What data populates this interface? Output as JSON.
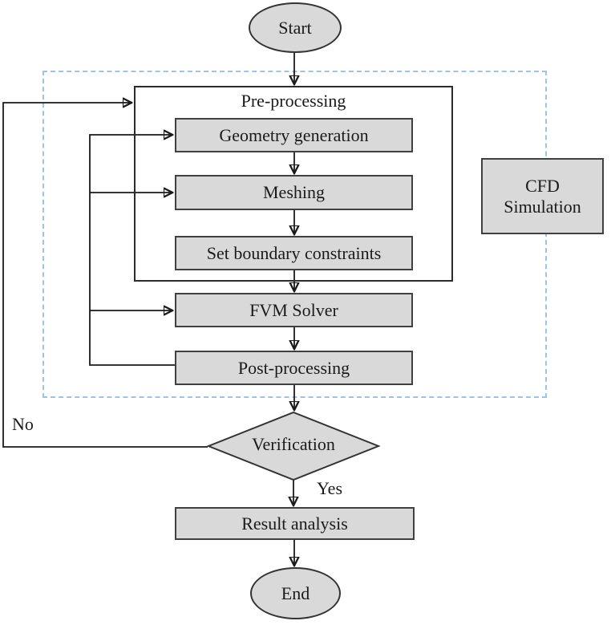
{
  "nodes": {
    "start": {
      "label": "Start"
    },
    "preprocessing": {
      "label": "Pre-processing"
    },
    "geometry": {
      "label": "Geometry generation"
    },
    "meshing": {
      "label": "Meshing"
    },
    "boundary": {
      "label": "Set boundary constraints"
    },
    "fvm": {
      "label": "FVM Solver"
    },
    "post": {
      "label": "Post-processing"
    },
    "cfd": {
      "line1": "CFD",
      "line2": "Simulation"
    },
    "verification": {
      "label": "Verification"
    },
    "result": {
      "label": "Result analysis"
    },
    "end": {
      "label": "End"
    }
  },
  "edge_labels": {
    "no": "No",
    "yes": "Yes"
  },
  "colors": {
    "node_fill": "#d9d9d9",
    "node_border": "#404040",
    "line": "#1a1a1a",
    "dashed_border": "#9dc3e6",
    "background": "#ffffff"
  }
}
